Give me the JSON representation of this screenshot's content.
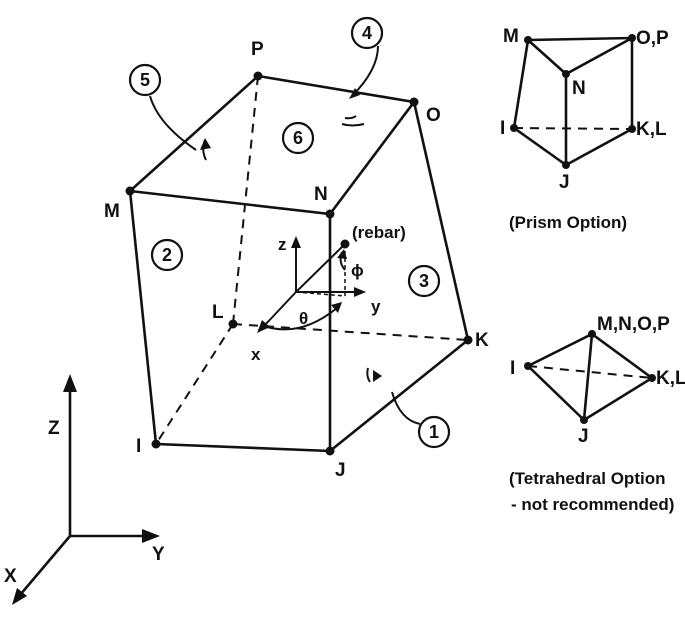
{
  "main_element": {
    "nodes": {
      "M": "M",
      "N": "N",
      "O": "O",
      "P": "P",
      "I": "I",
      "J": "J",
      "K": "K",
      "L": "L"
    },
    "faces": [
      "1",
      "2",
      "3",
      "4",
      "5",
      "6"
    ],
    "local_axes": {
      "x": "x",
      "y": "y",
      "z": "z",
      "theta": "θ",
      "phi": "ϕ",
      "rebar": "(rebar)"
    }
  },
  "global_axes": {
    "X": "X",
    "Y": "Y",
    "Z": "Z"
  },
  "prism": {
    "labels": {
      "M": "M",
      "OP": "O,P",
      "N": "N",
      "I": "I",
      "KL": "K,L",
      "J": "J"
    },
    "caption": "(Prism Option)"
  },
  "tetra": {
    "labels": {
      "MNOP": "M,N,O,P",
      "I": "I",
      "KL": "K,L",
      "J": "J"
    },
    "caption_line1": "(Tetrahedral Option",
    "caption_line2": "- not recommended)"
  }
}
